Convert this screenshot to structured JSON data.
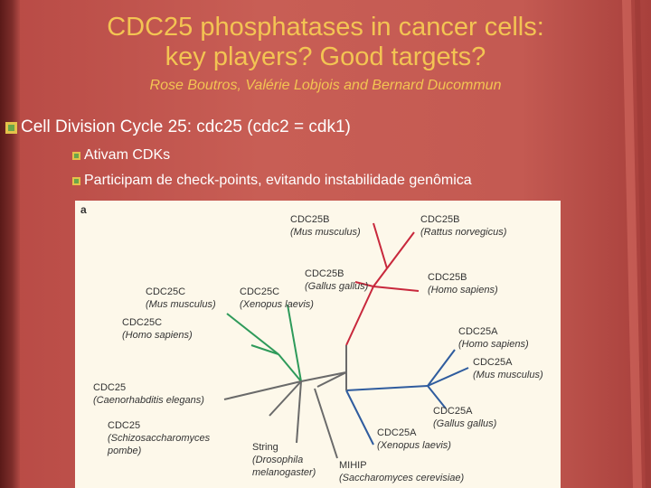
{
  "slide": {
    "title_line1": "CDC25 phosphatases in cancer cells:",
    "title_line2": "key players? Good targets?",
    "subtitle": "Rose Boutros, Valérie Lobjois and Bernard Ducommun",
    "bullet_main": "Cell Division Cycle 25: cdc25 (cdc2 = cdk1)",
    "sub_bullets": [
      "Ativam CDKs",
      "Participam de check-points, evitando instabilidade genômica"
    ]
  },
  "figure": {
    "panel_label": "a",
    "leaves": [
      {
        "name": "CDC25B",
        "species": "(Mus musculus)"
      },
      {
        "name": "CDC25B",
        "species": "(Rattus norvegicus)"
      },
      {
        "name": "CDC25B",
        "species": "(Gallus gallus)"
      },
      {
        "name": "CDC25B",
        "species": "(Homo sapiens)"
      },
      {
        "name": "CDC25C",
        "species": "(Mus musculus)"
      },
      {
        "name": "CDC25C",
        "species": "(Xenopus laevis)"
      },
      {
        "name": "CDC25C",
        "species": "(Homo sapiens)"
      },
      {
        "name": "CDC25A",
        "species": "(Homo sapiens)"
      },
      {
        "name": "CDC25A",
        "species": "(Mus musculus)"
      },
      {
        "name": "CDC25A",
        "species": "(Gallus gallus)"
      },
      {
        "name": "CDC25A",
        "species": "(Xenopus laevis)"
      },
      {
        "name": "CDC25",
        "species": "(Caenorhabditis elegans)"
      },
      {
        "name": "CDC25",
        "species_line1": "(Schizosaccharomyces",
        "species_line2": "pombe)"
      },
      {
        "name": "String",
        "species_line1": "(Drosophila",
        "species_line2": "melanogaster)"
      },
      {
        "name": "MIHIP",
        "species": "(Saccharomyces cerevisiae)"
      }
    ]
  },
  "colors": {
    "title": "#f3c453",
    "clade_b": "#c8283c",
    "clade_c": "#2e9a5a",
    "clade_a": "#2f5c9e",
    "other": "#6a6a6a"
  }
}
